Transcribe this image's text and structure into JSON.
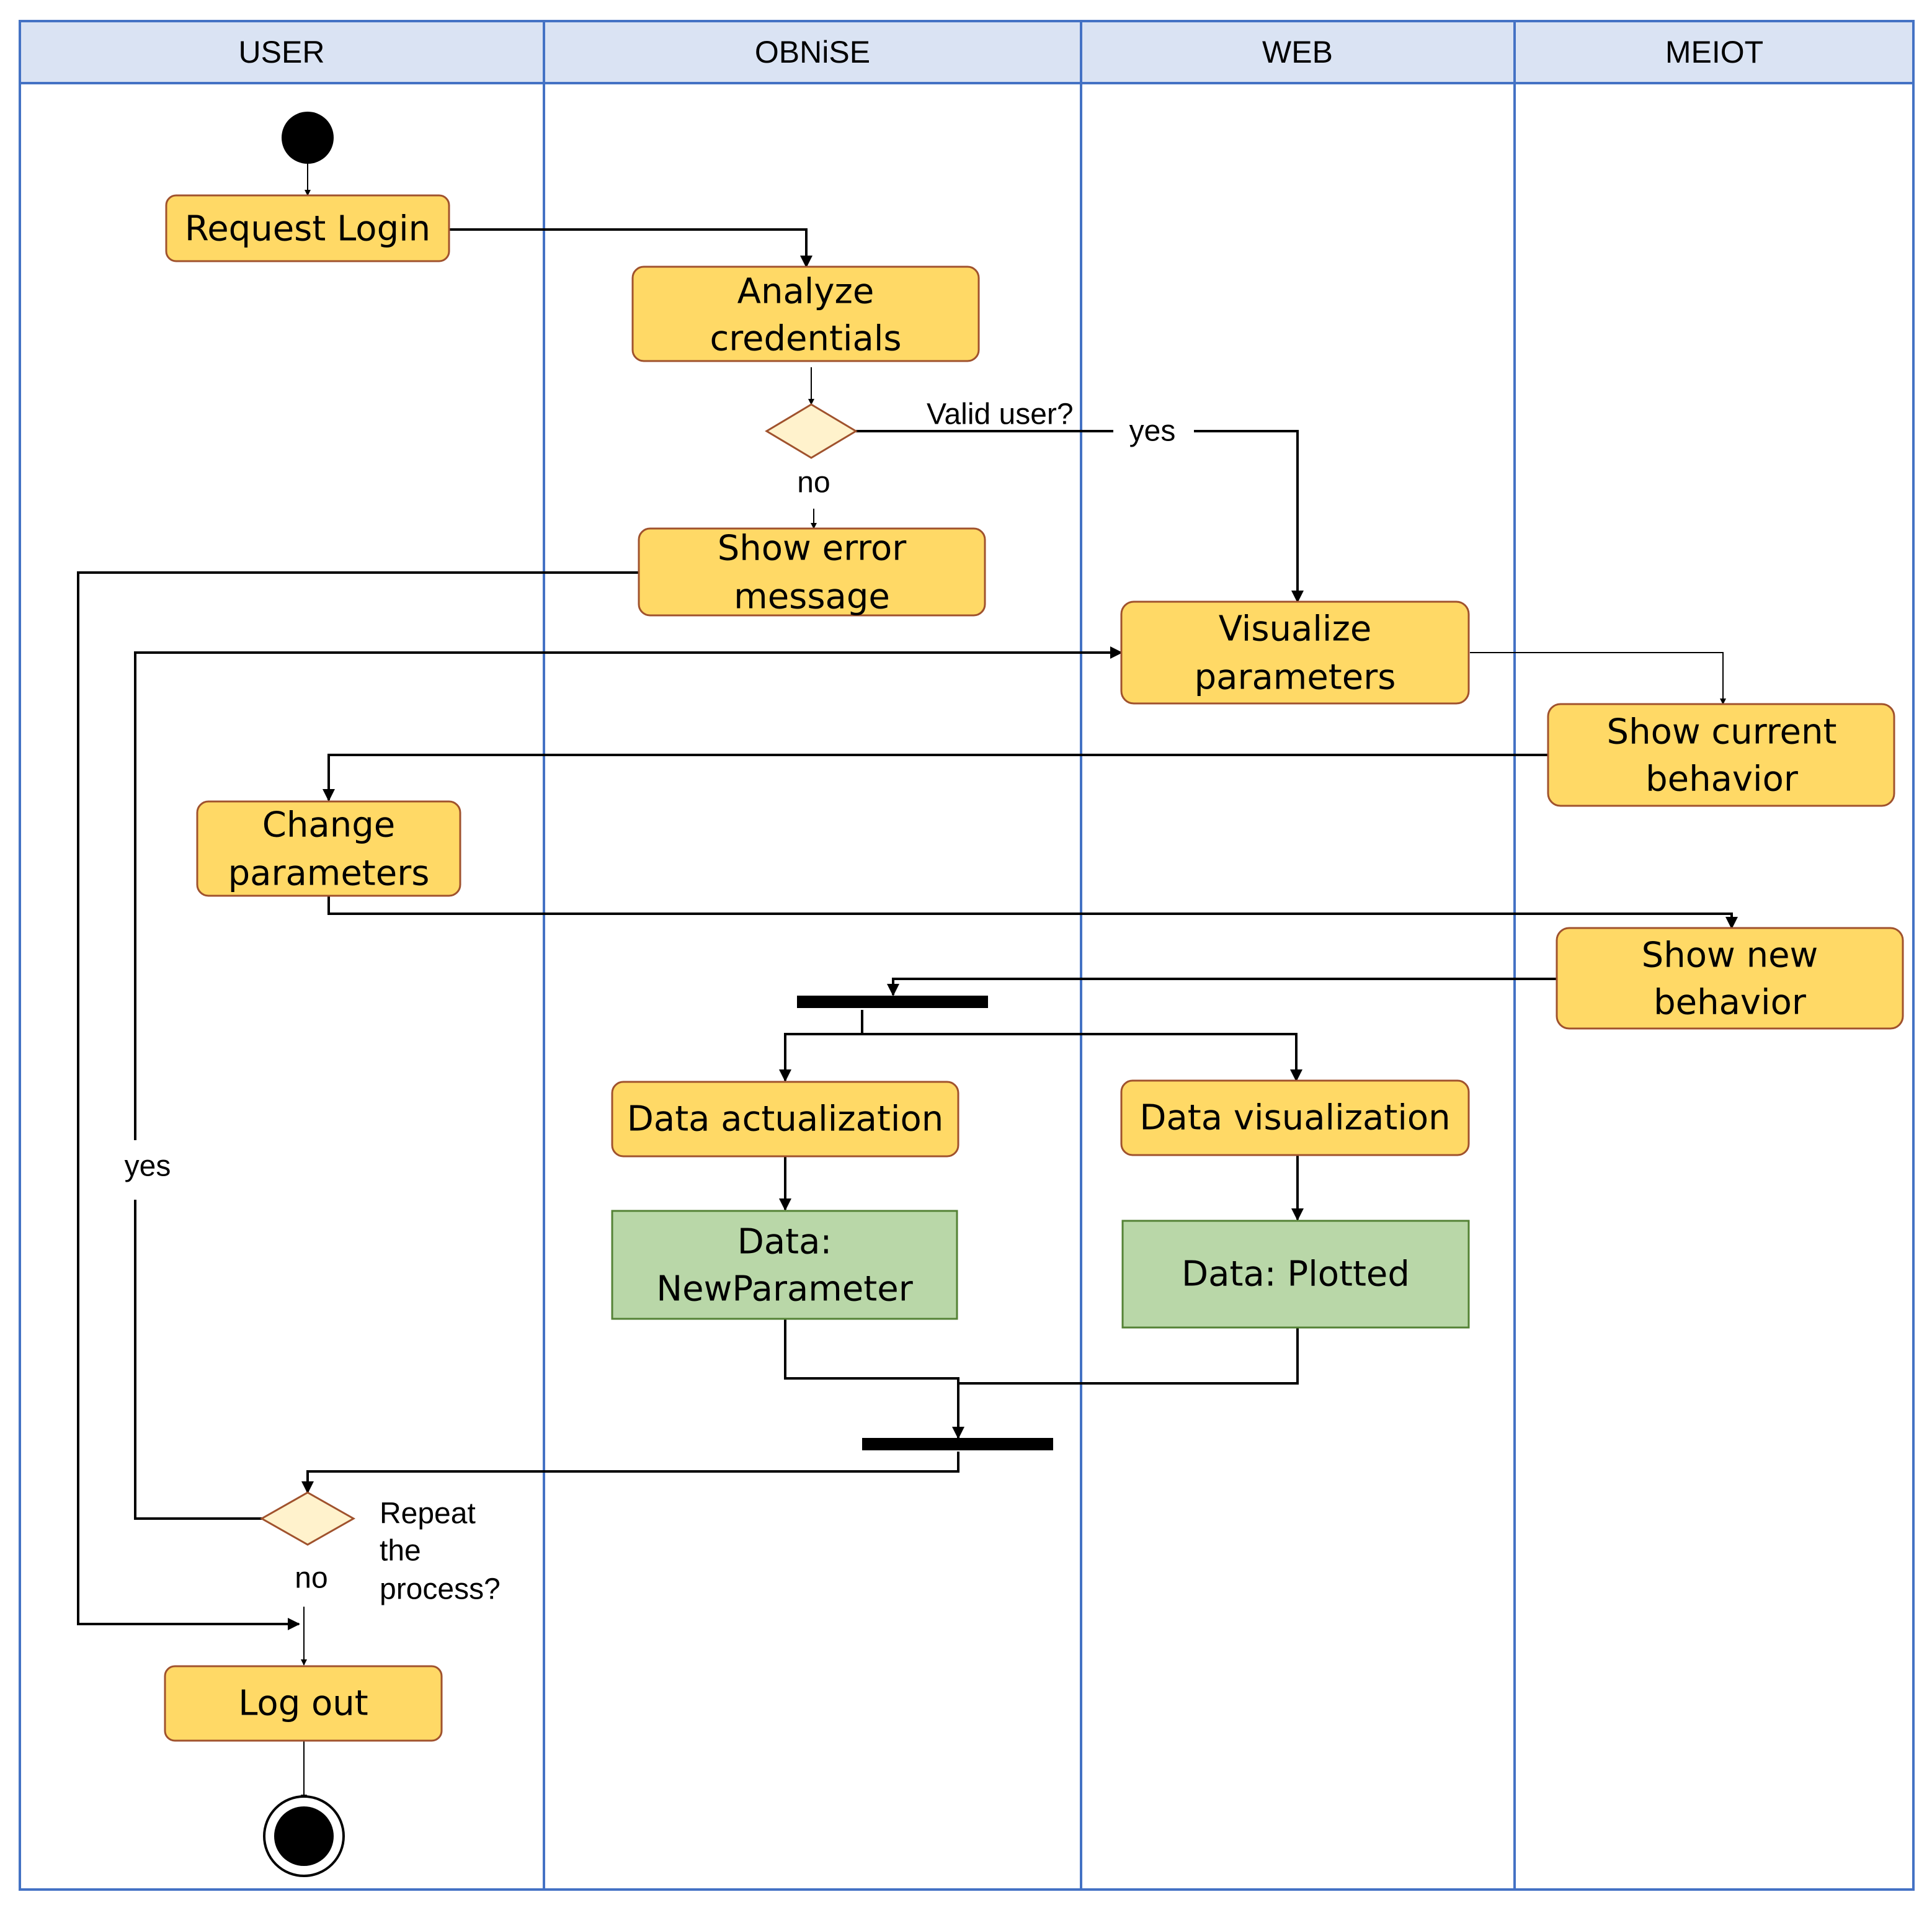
{
  "lanes": {
    "user": "USER",
    "obnise": "OBNiSE",
    "web": "WEB",
    "meiot": "MEIOT"
  },
  "nodes": {
    "request_login": "Request Login",
    "analyze_credentials": [
      "Analyze",
      "credentials"
    ],
    "show_error": [
      "Show error",
      "message"
    ],
    "visualize_params": [
      "Visualize",
      "parameters"
    ],
    "show_current": [
      "Show current",
      "behavior"
    ],
    "change_params": [
      "Change",
      "parameters"
    ],
    "show_new": [
      "Show new",
      "behavior"
    ],
    "data_actualization": "Data actualization",
    "data_visualization": "Data visualization",
    "data_newparameter": [
      "Data:",
      "NewParameter"
    ],
    "data_plotted": "Data: Plotted",
    "log_out": "Log out"
  },
  "labels": {
    "valid_user": "Valid user?",
    "yes_valid": "yes",
    "no_valid": "no",
    "yes_repeat": "yes",
    "no_repeat": "no",
    "repeat_question": [
      "Repeat",
      "the",
      "process?"
    ]
  },
  "colors": {
    "lane_header": "#dae3f3",
    "lane_border": "#4472c4",
    "action_fill": "#ffd966",
    "action_border": "#a0522d",
    "object_fill": "#b9d7a8",
    "object_border": "#548235",
    "decision_fill": "#fff2cc"
  }
}
